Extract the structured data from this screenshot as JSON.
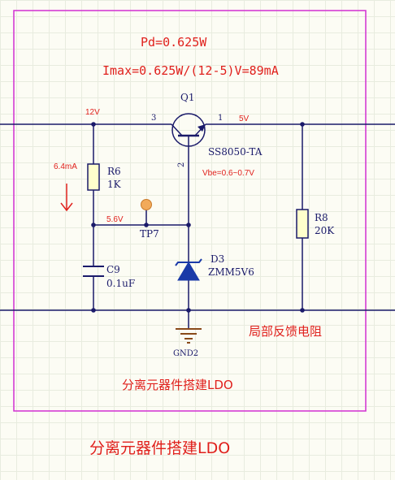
{
  "annotations": {
    "pd": "Pd=0.625W",
    "imax": "Imax=0.625W/(12-5)V=89mA",
    "current": "6.4mA",
    "feedback_note": "局部反馈电阻",
    "inner_title": "分离元器件搭建LDO",
    "outer_title": "分离元器件搭建LDO"
  },
  "nets": {
    "in": "12V",
    "out": "5V",
    "ref": "5.6V"
  },
  "components": {
    "q1": {
      "ref": "Q1",
      "part": "SS8050-TA",
      "vbe": "Vbe=0.6~0.7V",
      "pin_c": "3",
      "pin_e": "1",
      "pin_b": "2"
    },
    "r6": {
      "ref": "R6",
      "value": "1K"
    },
    "c9": {
      "ref": "C9",
      "value": "0.1uF"
    },
    "d3": {
      "ref": "D3",
      "value": "ZMM5V6"
    },
    "r8": {
      "ref": "R8",
      "value": "20K"
    },
    "tp7": {
      "ref": "TP7"
    },
    "gnd": {
      "label": "GND2"
    }
  },
  "colors": {
    "wire": "#1a1a6a",
    "frame": "#d22fd2",
    "annotation": "#e0201c",
    "part_fill": "#ffffcc",
    "zener": "#1a3aa8",
    "testpoint": "#f2aa5a",
    "ground": "#8a4a1a"
  }
}
